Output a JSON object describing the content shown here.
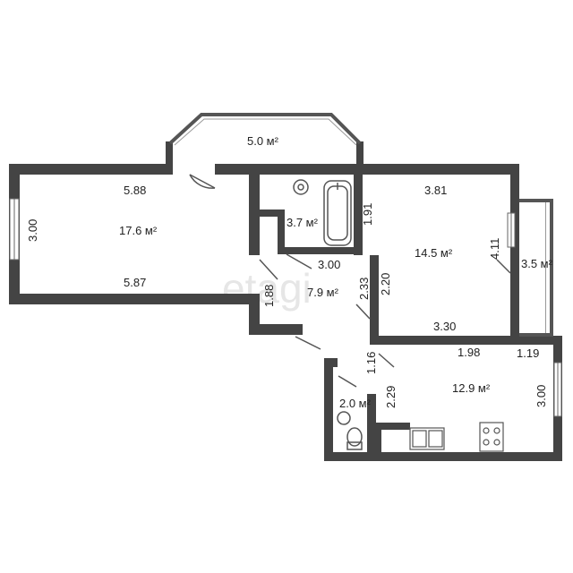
{
  "watermark": "etagi",
  "rooms": {
    "balcony_top": {
      "area": "5.0 м²"
    },
    "living_room": {
      "area": "17.6 м²",
      "width_top": "5.88",
      "width_bottom": "5.87",
      "height_left": "3.00"
    },
    "bathroom": {
      "area": "3.7 м²",
      "side": "1.91"
    },
    "hall": {
      "area": "7.9 м²",
      "width": "3.00",
      "left": "1.88",
      "right": "2.33"
    },
    "bedroom": {
      "area": "14.5 м²",
      "width_top": "3.81",
      "width_bottom": "3.30",
      "left": "2.20",
      "right": "4.11"
    },
    "balcony_right": {
      "area": "3.5 м²"
    },
    "corridor": {
      "side": "1.16"
    },
    "toilet": {
      "area": "2.0 м²",
      "side": "2.29"
    },
    "kitchen": {
      "area": "12.9 м²",
      "width_top": "1.98",
      "width_top_right": "1.19",
      "right": "3.00"
    }
  }
}
